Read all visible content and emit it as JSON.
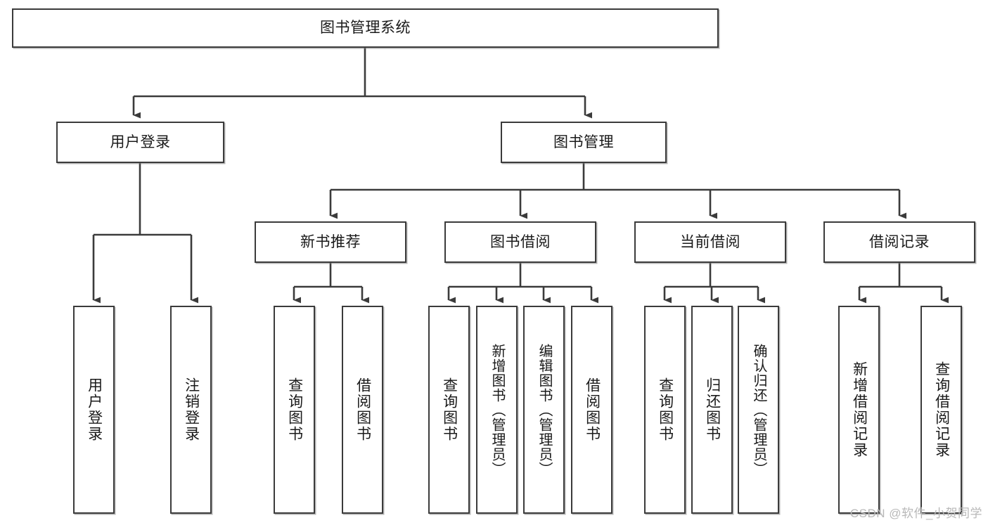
{
  "diagram": {
    "title_node": {
      "label": "图书管理系统"
    },
    "level2": [
      {
        "id": "user-login",
        "label": "用户登录"
      },
      {
        "id": "book-management",
        "label": "图书管理"
      }
    ],
    "level3": [
      {
        "id": "new-book-recommend",
        "label": "新书推荐"
      },
      {
        "id": "book-borrow",
        "label": "图书借阅"
      },
      {
        "id": "current-borrow",
        "label": "当前借阅"
      },
      {
        "id": "borrow-record",
        "label": "借阅记录"
      }
    ],
    "leaves": {
      "user_login": [
        {
          "id": "leaf-user-login",
          "label": "用户登录"
        },
        {
          "id": "leaf-logout-login",
          "label": "注销登录"
        }
      ],
      "new_book_recommend": [
        {
          "id": "leaf-query-book-1",
          "label": "查询图书"
        },
        {
          "id": "leaf-borrow-book-1",
          "label": "借阅图书"
        }
      ],
      "book_borrow": [
        {
          "id": "leaf-query-book-2",
          "label": "查询图书"
        },
        {
          "id": "leaf-add-book",
          "label": "新增图书（管理员）"
        },
        {
          "id": "leaf-edit-book",
          "label": "编辑图书（管理员）"
        },
        {
          "id": "leaf-borrow-book-2",
          "label": "借阅图书"
        }
      ],
      "current_borrow": [
        {
          "id": "leaf-query-book-3",
          "label": "查询图书"
        },
        {
          "id": "leaf-return-book",
          "label": "归还图书"
        },
        {
          "id": "leaf-confirm-return",
          "label": "确认归还（管理员）"
        }
      ],
      "borrow_record": [
        {
          "id": "leaf-add-record",
          "label": "新增借阅记录"
        },
        {
          "id": "leaf-query-record",
          "label": "查询借阅记录"
        }
      ]
    },
    "watermark": {
      "text": "CSDN @软件_小贺同学"
    },
    "colors": {
      "stroke": "#3b3b3b",
      "fill": "#ffffff",
      "text": "#1a1a1a",
      "watermark": "#b8b8b8"
    }
  }
}
